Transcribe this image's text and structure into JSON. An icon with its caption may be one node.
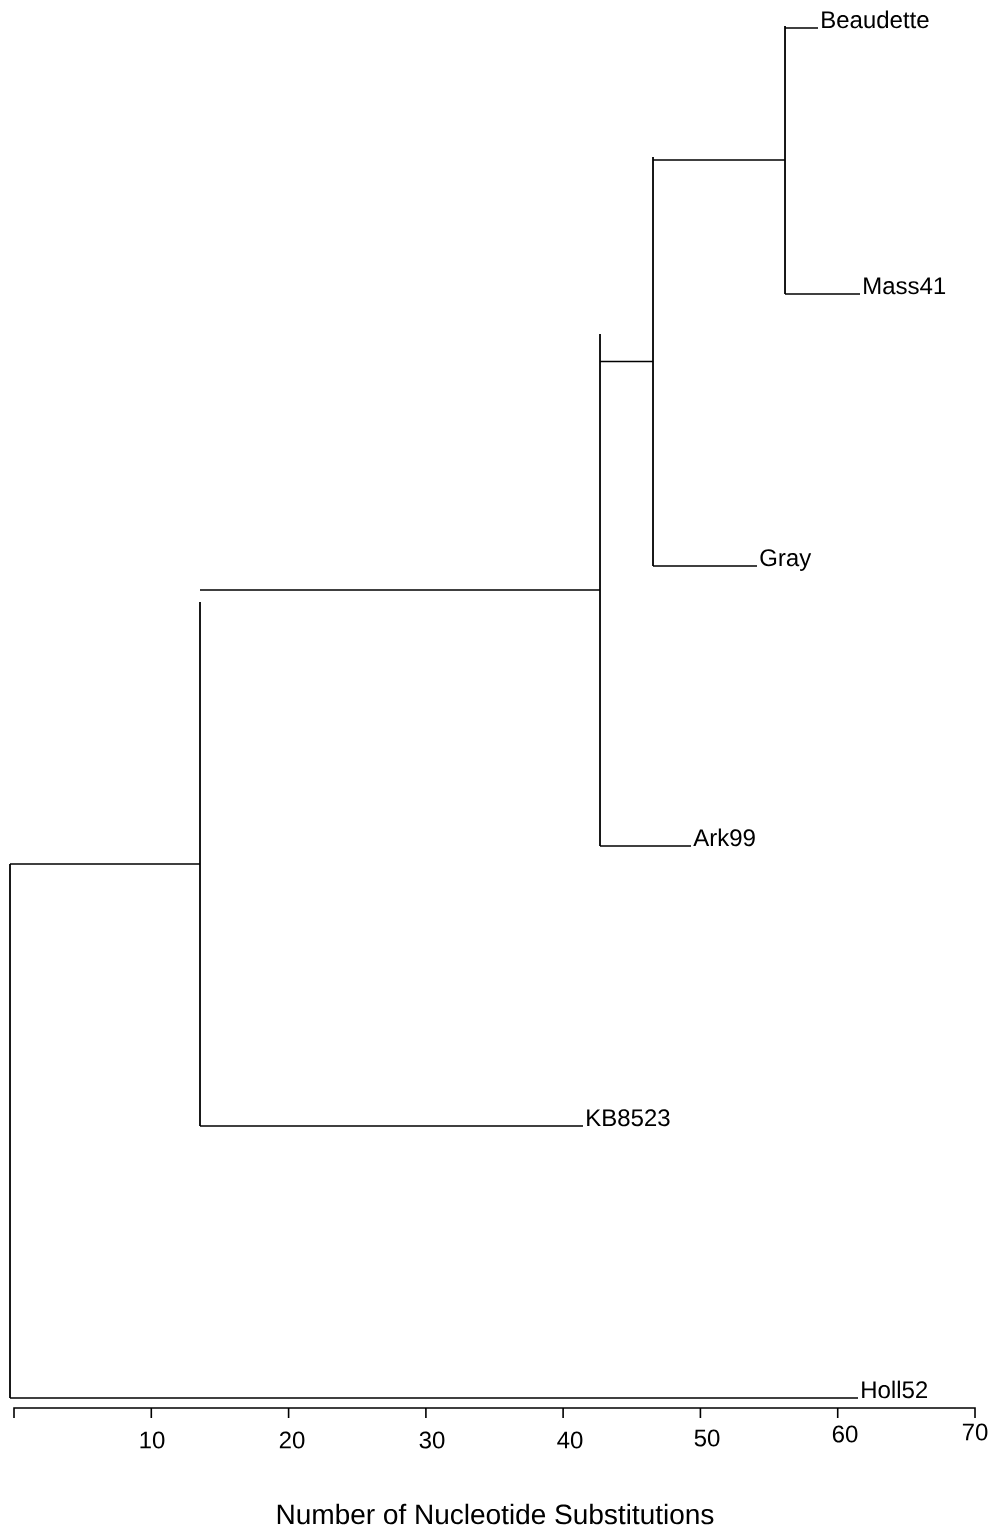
{
  "diagram": {
    "nodes": [
      {
        "text": [
          "Beaudette"
        ]
      },
      {
        "text": [
          "Mass41"
        ]
      },
      {
        "text": [
          "Gray"
        ]
      },
      {
        "text": [
          "Ark99"
        ]
      },
      {
        "text": [
          "KB8523"
        ]
      },
      {
        "text": [
          "Holl52"
        ]
      },
      {
        "text": [],
        "shape": "bar"
      },
      {
        "text": [],
        "shape": "bar"
      },
      {
        "text": [],
        "shape": "bar"
      },
      {
        "text": [],
        "shape": "bar"
      },
      {
        "text": [],
        "shape": "bar"
      }
    ],
    "edges": [
      {
        "from": 6,
        "to": 7,
        "arrow": "none"
      },
      {
        "from": 6,
        "to": 5,
        "arrow": "none"
      },
      {
        "from": 7,
        "to": 8,
        "arrow": "none"
      },
      {
        "from": 7,
        "to": 4,
        "arrow": "none"
      },
      {
        "from": 8,
        "to": 9,
        "arrow": "none"
      },
      {
        "from": 8,
        "to": 3,
        "arrow": "none"
      },
      {
        "from": 9,
        "to": 10,
        "arrow": "none"
      },
      {
        "from": 9,
        "to": 2,
        "arrow": "none"
      },
      {
        "from": 10,
        "to": 0,
        "arrow": "none"
      },
      {
        "from": 10,
        "to": 1,
        "arrow": "none"
      }
    ],
    "labels": [
      "10",
      "20",
      "30",
      "40",
      "50",
      "60",
      "70",
      "Number of Nucleotide Substitutions"
    ]
  }
}
